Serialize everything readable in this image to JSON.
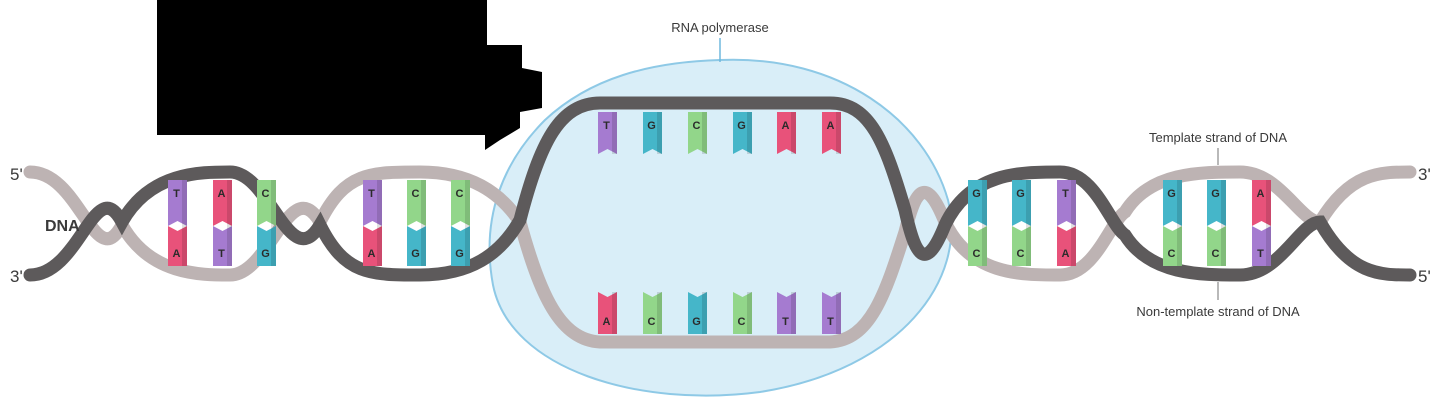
{
  "labels": {
    "rna_polymerase": "RNA polymerase",
    "template_strand": "Template strand of DNA",
    "non_template_strand": "Non-template strand of DNA",
    "dna": "DNA",
    "left_top_end": "5'",
    "left_bottom_end": "3'",
    "right_top_end": "3'",
    "right_bottom_end": "5'"
  },
  "colors": {
    "A": "#e8527a",
    "T": "#a57bd0",
    "G": "#45b6c9",
    "C": "#92d68a",
    "template_strand": "#5d5a5b",
    "non_template_strand": "#bdb3b3",
    "polymerase_fill": "#d7edf8",
    "polymerase_edge": "#8ec9e6"
  },
  "pairs_left": [
    {
      "top": "T",
      "bottom": "A"
    },
    {
      "top": "A",
      "bottom": "T"
    },
    {
      "top": "C",
      "bottom": "G"
    },
    {
      "top": "T",
      "bottom": "A"
    },
    {
      "top": "C",
      "bottom": "G"
    },
    {
      "top": "C",
      "bottom": "G"
    }
  ],
  "bubble_top": [
    "T",
    "G",
    "C",
    "G",
    "A",
    "A"
  ],
  "bubble_bottom": [
    "A",
    "C",
    "G",
    "C",
    "T",
    "T"
  ],
  "pairs_right": [
    {
      "top": "G",
      "bottom": "C"
    },
    {
      "top": "G",
      "bottom": "C"
    },
    {
      "top": "T",
      "bottom": "A"
    },
    {
      "top": "G",
      "bottom": "C"
    },
    {
      "top": "G",
      "bottom": "C"
    },
    {
      "top": "A",
      "bottom": "T"
    }
  ]
}
